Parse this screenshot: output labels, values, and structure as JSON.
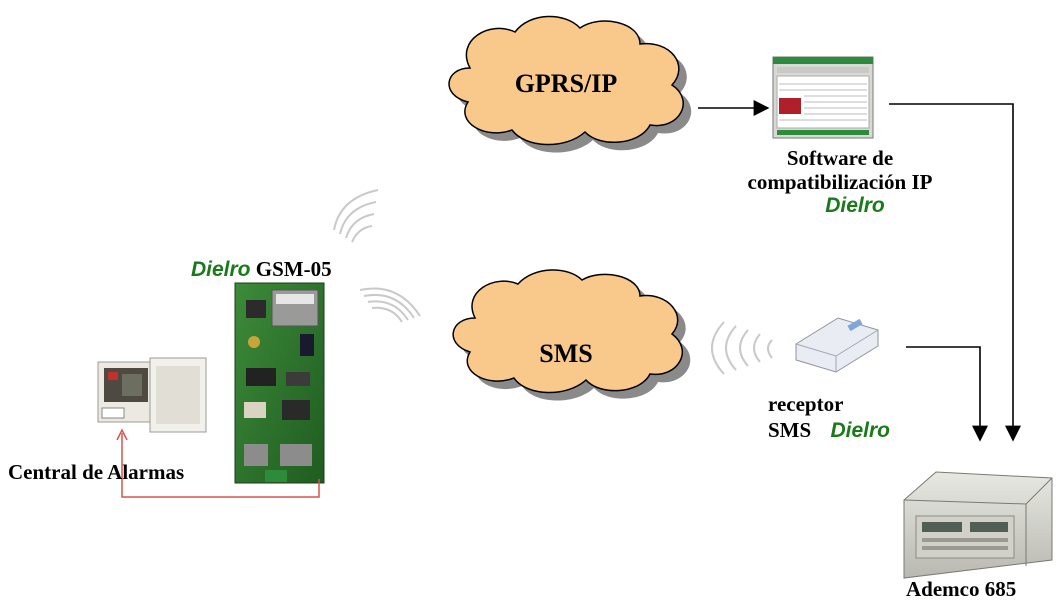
{
  "colors": {
    "cloud_fill": "#f8c98b",
    "cloud_shadow": "#8a8a8a",
    "brand_green": "#1a7a1a",
    "return_line": "#d9534f",
    "line": "#000000"
  },
  "clouds": {
    "gprs": "GPRS/IP",
    "sms": "SMS"
  },
  "labels": {
    "gsm_brand": "Dielro",
    "gsm_model": "GSM-05",
    "central": "Central de Alarmas",
    "software_line1": "Software de",
    "software_line2": "compatibilización IP",
    "software_brand": "Dielro",
    "receptor_line1": "receptor",
    "receptor_line2": "SMS",
    "receptor_brand": "Dielro",
    "ademco": "Ademco 685"
  },
  "icons": {
    "gsm_board": "gsm-module-board",
    "alarm_panel": "alarm-central-panel",
    "software": "software-screenshot",
    "receptor": "sms-receiver-device",
    "ademco": "ademco-receiver-unit",
    "signal_waves": "radio-waves"
  }
}
